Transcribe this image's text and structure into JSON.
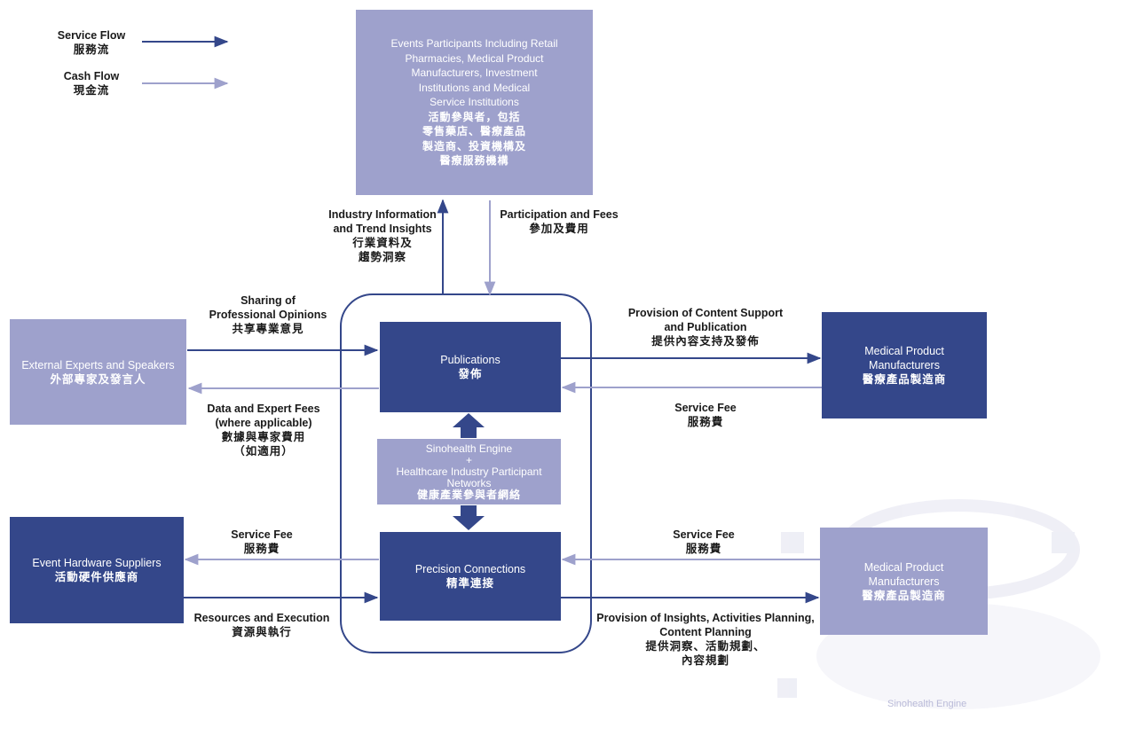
{
  "legend": {
    "service_flow": "Service Flow",
    "service_flow_zh": "服務流",
    "cash_flow": "Cash Flow",
    "cash_flow_zh": "現金流",
    "colors": {
      "service": "#34478a",
      "cash": "#9ea1cc"
    }
  },
  "nodes": {
    "events_participants": {
      "en": [
        "Events Participants Including Retail",
        "Pharmacies, Medical Product",
        "Manufacturers, Investment",
        "Institutions and Medical",
        "Service Institutions"
      ],
      "zh": [
        "活動參與者，包括",
        "零售藥店、醫療產品",
        "製造商、投資機構及",
        "醫療服務機構"
      ]
    },
    "external_experts": {
      "en": "External Experts and Speakers",
      "zh": "外部專家及發言人"
    },
    "publications": {
      "en": "Publications",
      "zh": "發佈"
    },
    "engine": {
      "line1": "Sinohealth Engine",
      "plus": "+",
      "line2": "Healthcare Industry Participant",
      "line3": "Networks",
      "zh": "健康產業參與者網絡"
    },
    "precision": {
      "en": "Precision Connections",
      "zh": "精準連接"
    },
    "med_top": {
      "en": [
        "Medical Product",
        "Manufacturers"
      ],
      "zh": "醫療產品製造商"
    },
    "hardware": {
      "en": "Event Hardware Suppliers",
      "zh": "活動硬件供應商"
    },
    "med_bottom": {
      "en": [
        "Medical Product",
        "Manufacturers"
      ],
      "zh": "醫療產品製造商"
    }
  },
  "flows": {
    "industry_info": {
      "en": [
        "Industry Information",
        "and Trend Insights"
      ],
      "zh": [
        "行業資料及",
        "趨勢洞察"
      ]
    },
    "participation": {
      "en": "Participation and Fees",
      "zh": "參加及費用"
    },
    "sharing": {
      "en": [
        "Sharing of",
        "Professional Opinions"
      ],
      "zh": "共享專業意見"
    },
    "data_fees": {
      "en": [
        "Data and Expert Fees",
        "(where applicable)"
      ],
      "zh": [
        "數據與專家費用",
        "（如適用）"
      ]
    },
    "content_support": {
      "en": [
        "Provision of Content Support",
        "and Publication"
      ],
      "zh": "提供內容支持及發佈"
    },
    "service_fee_top": {
      "en": "Service Fee",
      "zh": "服務費"
    },
    "service_fee_left": {
      "en": "Service Fee",
      "zh": "服務費"
    },
    "resources": {
      "en": "Resources and Execution",
      "zh": "資源與執行"
    },
    "service_fee_right": {
      "en": "Service Fee",
      "zh": "服務費"
    },
    "insights": {
      "en": [
        "Provision of Insights, Activities Planning,",
        "Content Planning"
      ],
      "zh": [
        "提供洞察、活動規劃、",
        "內容規劃"
      ]
    }
  },
  "background_label": "Sinohealth Engine"
}
